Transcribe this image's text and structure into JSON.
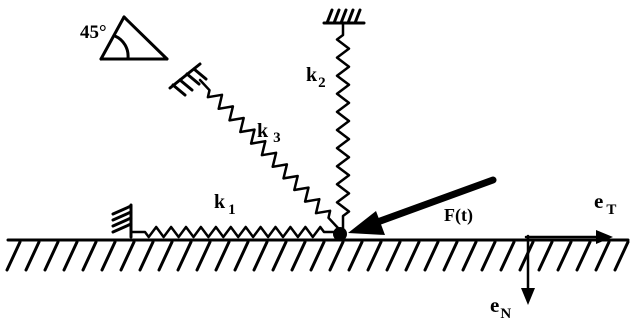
{
  "labels": {
    "angle": "45°",
    "k1": "k",
    "k1_sub": "1",
    "k2": "k",
    "k2_sub": "2",
    "k3": "k",
    "k3_sub": "3",
    "force": "F(t)",
    "eT": "e",
    "eT_sub": "T",
    "eN": "e",
    "eN_sub": "N"
  },
  "colors": {
    "ink": "#000000",
    "background": "#ffffff"
  }
}
